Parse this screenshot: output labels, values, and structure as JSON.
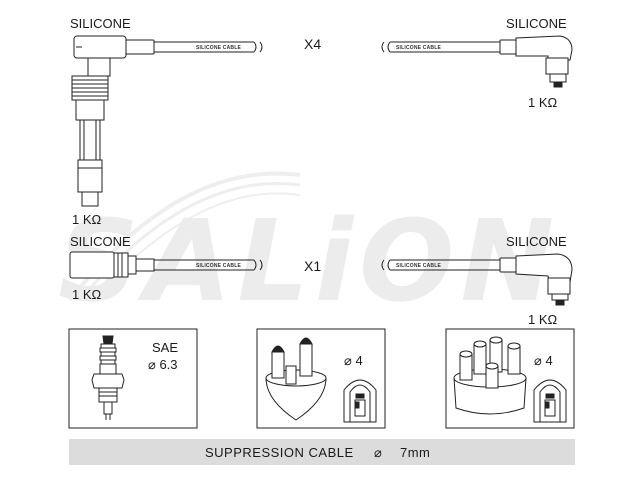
{
  "watermark": "SALiON",
  "lead_set_top": {
    "left_label": "SILICONE",
    "right_label": "SILICONE",
    "quantity": "X4",
    "left_resistance": "1 KΩ",
    "right_resistance": "1 KΩ",
    "cable_print_left": "SILICONE CABLE",
    "cable_print_right": "SILICONE CABLE"
  },
  "lead_set_bottom": {
    "left_label": "SILICONE",
    "right_label": "SILICONE",
    "quantity": "X1",
    "left_resistance": "1 KΩ",
    "right_resistance": "1 KΩ",
    "cable_print_left": "SILICONE CABLE",
    "cable_print_right": "SILICONE CABLE"
  },
  "boxes": {
    "spark_plug": {
      "standard": "SAE",
      "diameter": "⌀ 6.3"
    },
    "distributor_cap_1": {
      "diameter": "⌀ 4"
    },
    "distributor_cap_2": {
      "diameter": "⌀ 4"
    }
  },
  "banner": {
    "label": "SUPPRESSION CABLE",
    "symbol": "⌀",
    "value": "7mm"
  },
  "colors": {
    "line": "#222222",
    "banner_bg": "#dcdcdc",
    "watermark": "#ececec"
  }
}
